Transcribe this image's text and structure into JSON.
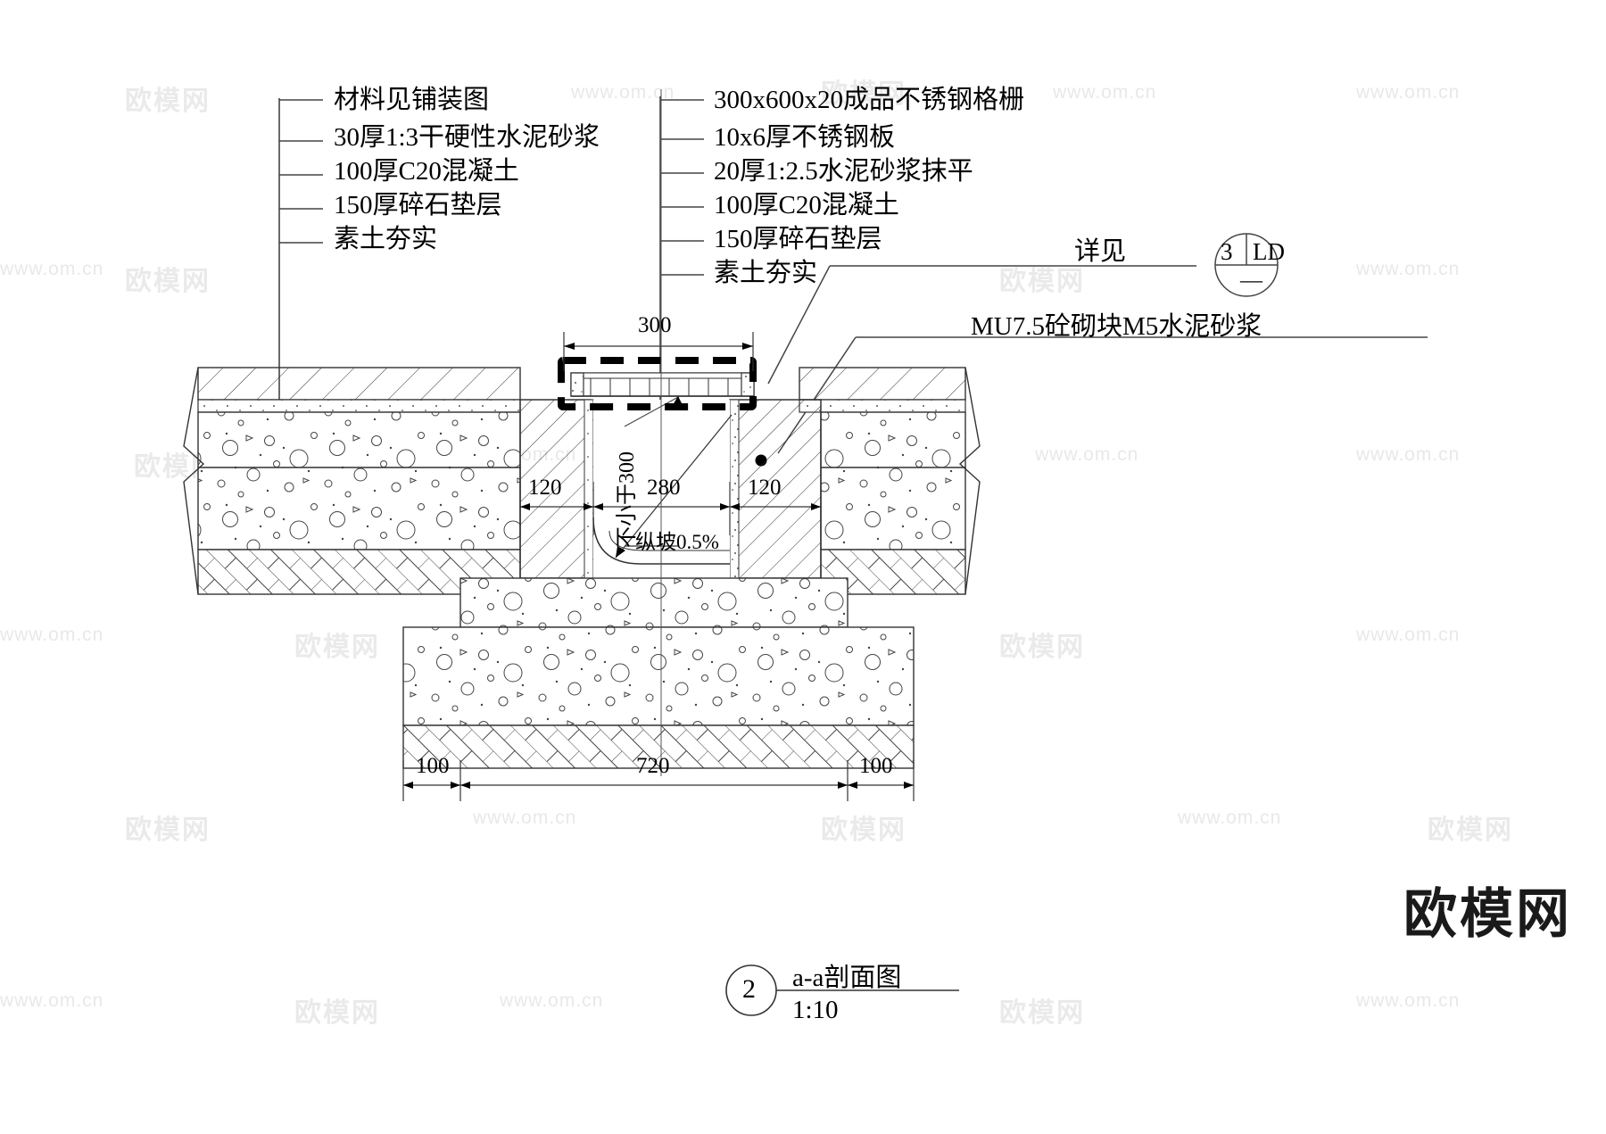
{
  "drawing": {
    "title": "a-a剖面图",
    "scale_label": "1:10",
    "detail_number": "2",
    "left_notes": [
      "材料见铺装图",
      "30厚1:3干硬性水泥砂浆",
      "100厚C20混凝土",
      "150厚碎石垫层",
      "素土夯实"
    ],
    "right_notes": [
      "300x600x20成品不锈钢格栅",
      "10x6厚不锈钢板",
      "20厚1:2.5水泥砂浆抹平",
      "100厚C20混凝土",
      "150厚碎石垫层",
      "素土夯实"
    ],
    "detail_callout": {
      "prefix": "详见",
      "number": "3",
      "sheet": "LD",
      "lower": "—"
    },
    "masonry_note": "MU7.5砼砌块M5水泥砂浆",
    "dimensions": {
      "grate_width": "300",
      "left_wall": "120",
      "channel_width": "280",
      "right_wall": "120",
      "base_left": "100",
      "base_center": "720",
      "base_right": "100"
    },
    "annotations": {
      "min_depth": "不小于300",
      "slope": "纵坡0.5%"
    }
  },
  "watermarks": {
    "url": "www.om.cn",
    "brand_small": "欧模网",
    "brand_large": "欧模网"
  }
}
